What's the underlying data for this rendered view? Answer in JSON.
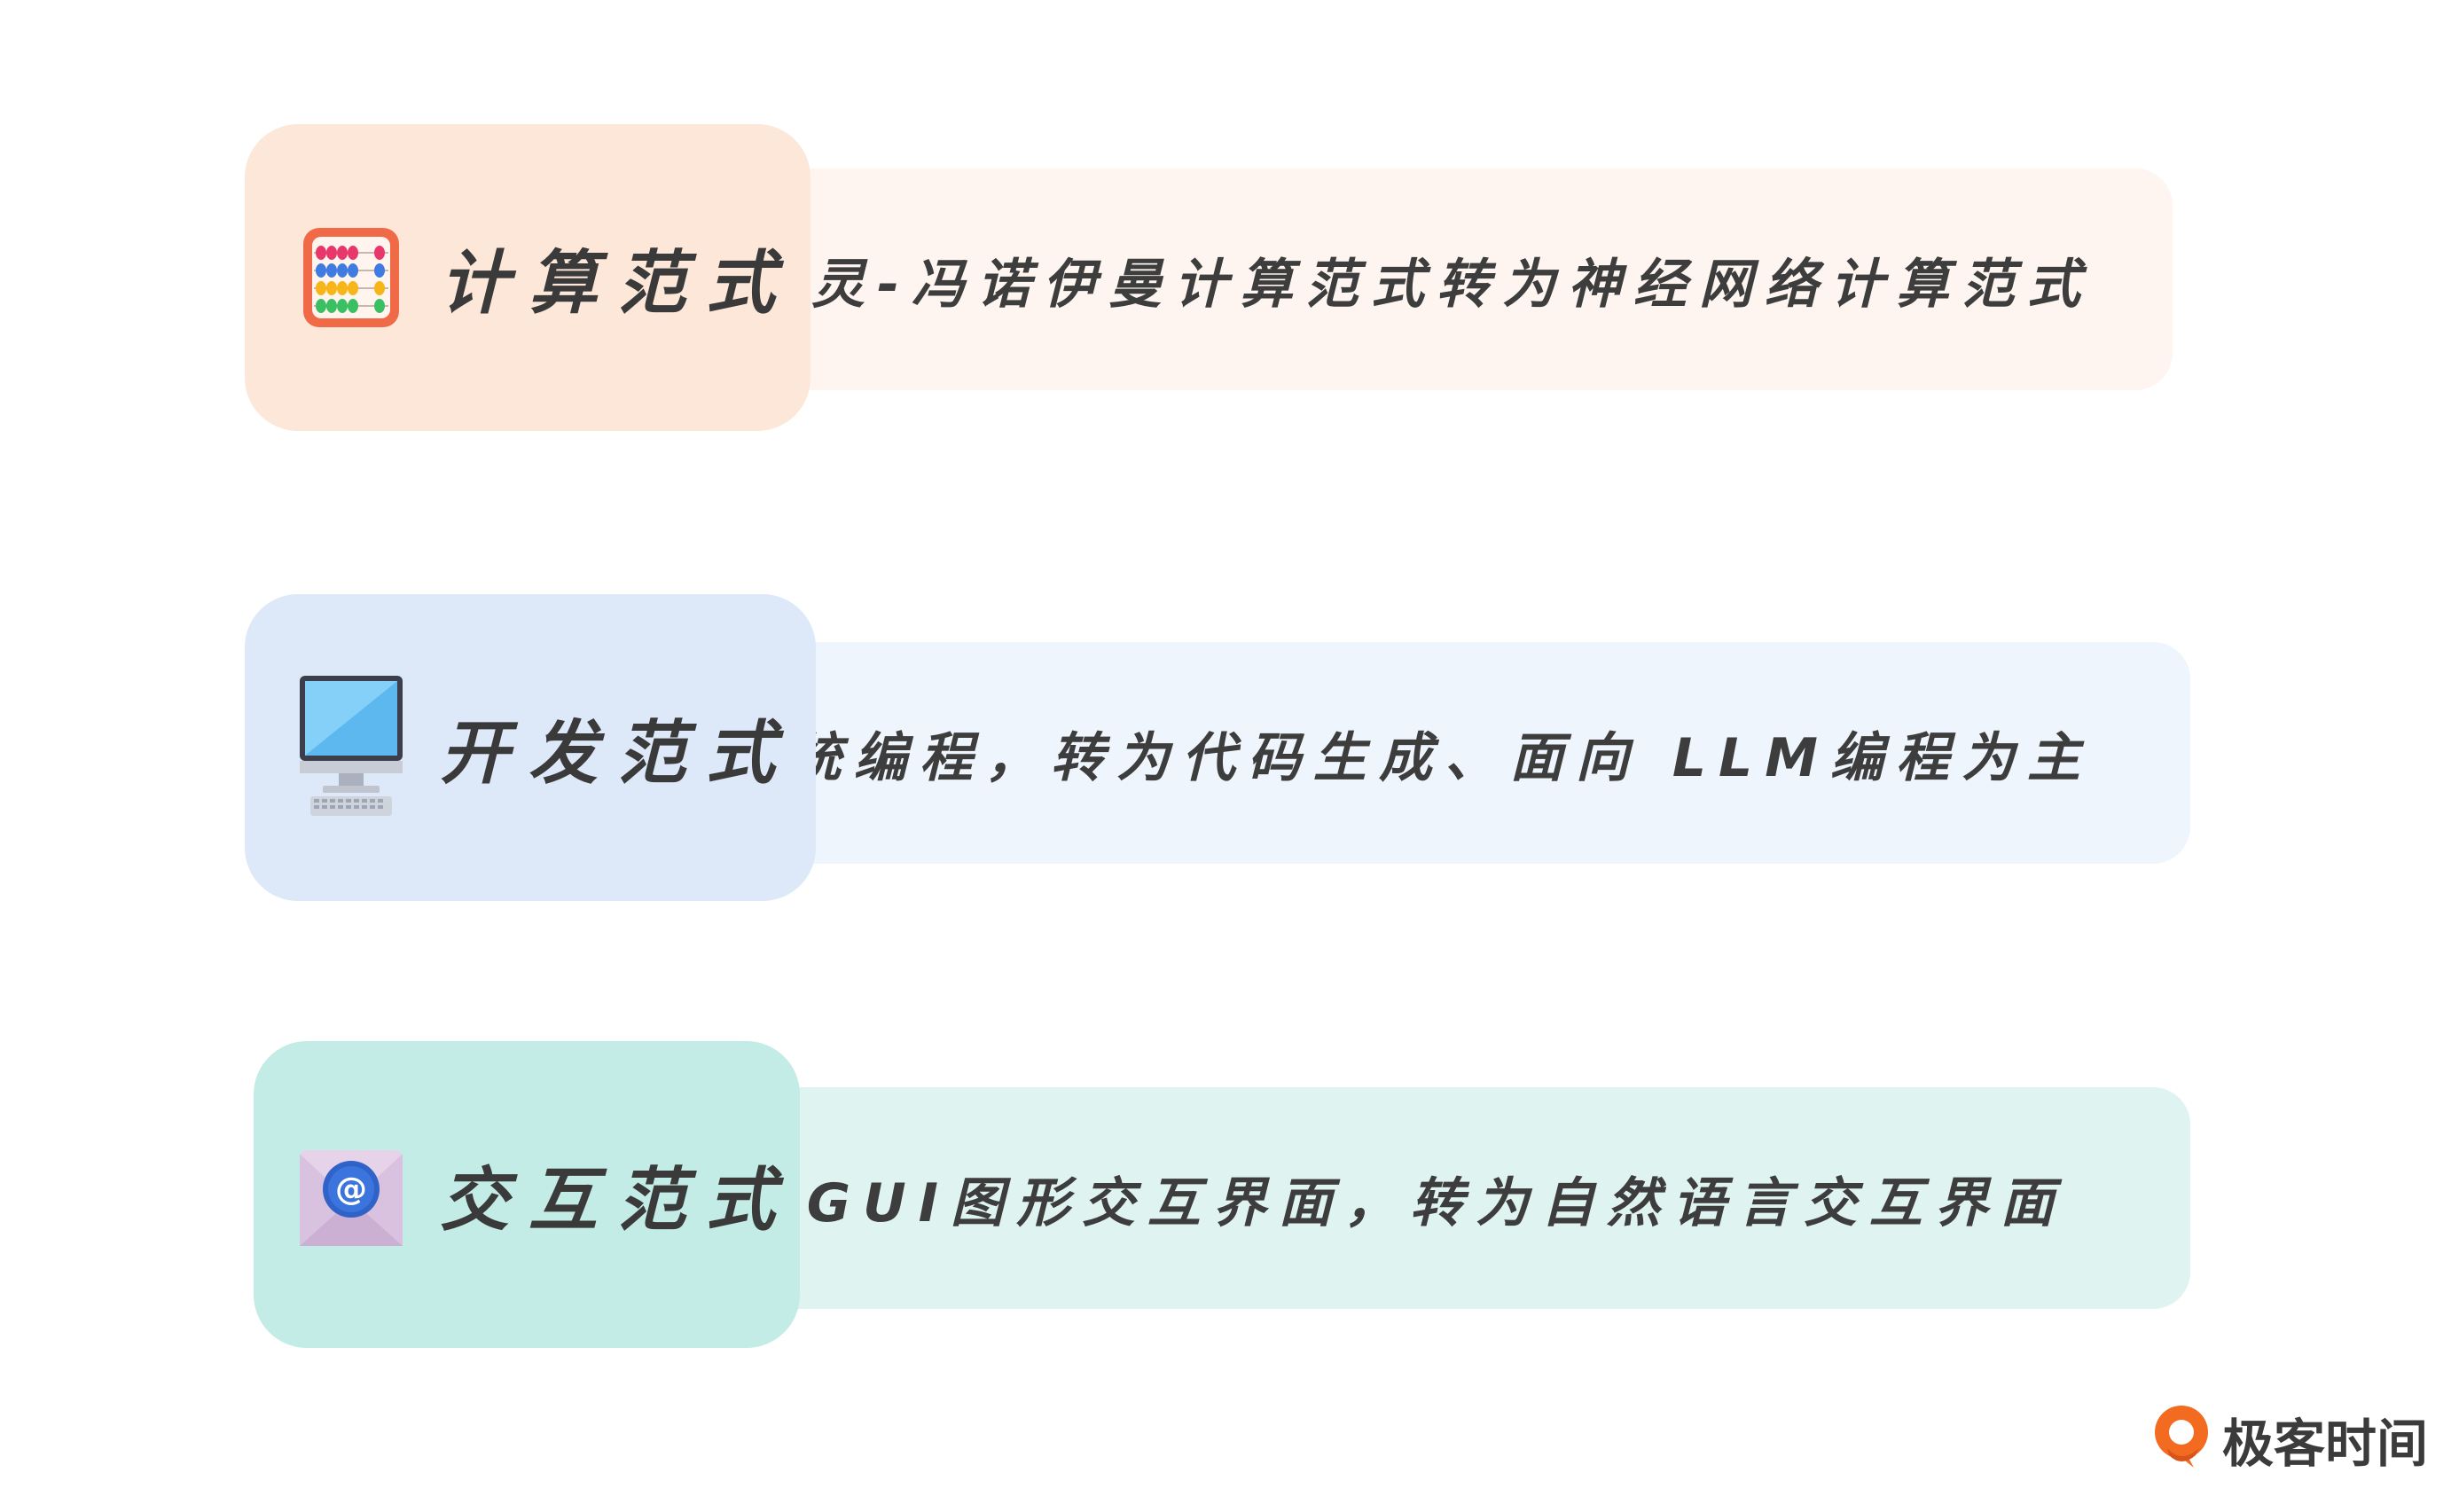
{
  "colors": {
    "row1_label_bg": "#fce7d8",
    "row1_desc_bg": "#fef5f0",
    "row2_label_bg": "#dde9f8",
    "row2_desc_bg": "#eef5fd",
    "row3_label_bg": "#c4ece6",
    "row3_desc_bg": "#dff3f0",
    "text": "#3d3d3d",
    "logo_accent": "#f26b21"
  },
  "rows": [
    {
      "icon": "abacus-icon",
      "label": "计算范式",
      "description": "从图灵-冯诺伊曼计算范式转为神经网络计算范式"
    },
    {
      "icon": "desktop-computer-icon",
      "label": "开发范式",
      "description": "从传统编程，转为代码生成、面向 LLM编程为主"
    },
    {
      "icon": "email-envelope-icon",
      "label": "交互范式",
      "description": "从 GUI图形交互界面，转为自然语言交互界面"
    }
  ],
  "logo": {
    "icon": "geektime-logo-icon",
    "text": "极客时间"
  }
}
